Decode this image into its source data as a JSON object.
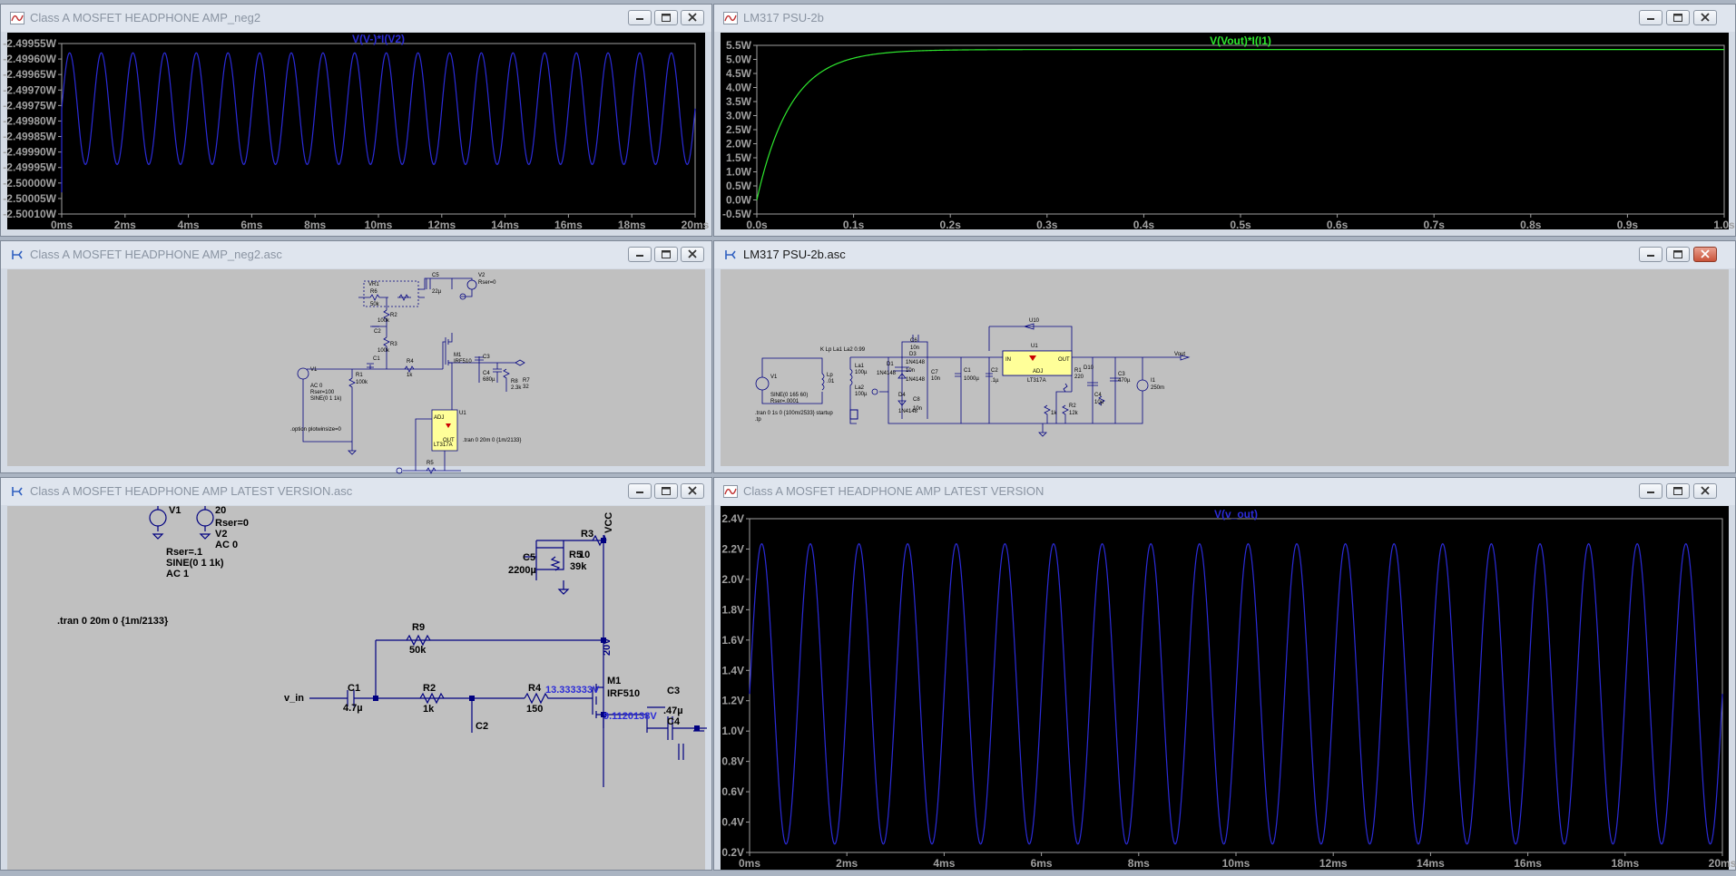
{
  "windows": {
    "w1": {
      "title": "Class A MOSFET HEADPHONE AMP_neg2"
    },
    "w2": {
      "title": "LM317 PSU-2b"
    },
    "w3": {
      "title": "Class A MOSFET HEADPHONE AMP_neg2.asc"
    },
    "w4": {
      "title": "LM317 PSU-2b.asc"
    },
    "w5": {
      "title": "Class A MOSFET HEADPHONE AMP LATEST VERSION.asc"
    },
    "w6": {
      "title": "Class A MOSFET HEADPHONE AMP LATEST VERSION"
    }
  },
  "colors": {
    "trace_blue": "#2b2bd8",
    "trace_green": "#2ee82e",
    "axis_gray": "#a0a0a0",
    "wire_blue": "#000080",
    "comp_label": "#000000"
  },
  "chart_data": [
    {
      "type": "line",
      "title": "V(V-)*I(V2)",
      "x_tick_labels": [
        "0ms",
        "2ms",
        "4ms",
        "6ms",
        "8ms",
        "10ms",
        "12ms",
        "14ms",
        "16ms",
        "18ms",
        "20ms"
      ],
      "y_tick_labels": [
        "-2.49955W",
        "-2.49960W",
        "-2.49965W",
        "-2.49970W",
        "-2.49975W",
        "-2.49980W",
        "-2.49985W",
        "-2.49990W",
        "-2.49995W",
        "-2.50000W",
        "-2.50005W",
        "-2.50010W"
      ],
      "xlim": [
        0,
        20
      ],
      "ylim": [
        -2.5001,
        -2.49955
      ],
      "signal": {
        "shape": "sine",
        "frequency_khz": 1,
        "center": -2.49976,
        "amplitude": 0.00018,
        "start_value": -2.50003
      }
    },
    {
      "type": "line",
      "title": "V(Vout)*I(I1)",
      "x_tick_labels": [
        "0.0s",
        "0.1s",
        "0.2s",
        "0.3s",
        "0.4s",
        "0.5s",
        "0.6s",
        "0.7s",
        "0.8s",
        "0.9s",
        "1.0s"
      ],
      "y_tick_labels": [
        "5.5W",
        "5.0W",
        "4.5W",
        "4.0W",
        "3.5W",
        "3.0W",
        "2.5W",
        "2.0W",
        "1.5W",
        "1.0W",
        "0.5W",
        "0.0W",
        "-0.5W"
      ],
      "xlim": [
        0,
        1.0
      ],
      "ylim": [
        -0.5,
        5.5
      ],
      "signal": {
        "shape": "exp_rise",
        "final": 5.35,
        "time_constant_s": 0.035
      }
    },
    {
      "type": "line",
      "title": "V(v_out)",
      "x_tick_labels": [
        "0ms",
        "2ms",
        "4ms",
        "6ms",
        "8ms",
        "10ms",
        "12ms",
        "14ms",
        "16ms",
        "18ms",
        "20ms"
      ],
      "y_tick_labels": [
        "2.4V",
        "2.2V",
        "2.0V",
        "1.8V",
        "1.6V",
        "1.4V",
        "1.2V",
        "1.0V",
        "0.8V",
        "0.6V",
        "0.4V",
        "0.2V"
      ],
      "xlim": [
        0,
        20
      ],
      "ylim": [
        0.2,
        2.4
      ],
      "signal": {
        "shape": "sine",
        "frequency_khz": 1,
        "center": 1.245,
        "amplitude": 0.99
      }
    }
  ],
  "sch_latest": {
    "v1": "V1",
    "v2": "V2",
    "twenty": "20",
    "rser0": "Rser=0",
    "ac0": "AC 0",
    "rser1": "Rser=.1",
    "sine": "SINE(0 1 1k)",
    "ac1": "AC 1",
    "tran": ".tran 0 20m 0 {1m/2133}",
    "vcc": "VCC",
    "r3": "R3",
    "r3v": "10",
    "c5": "C5",
    "c5v": "2200µ",
    "r5": "R5",
    "r5v": "39k",
    "r9": "R9",
    "r9v": "50k",
    "v20": "20V",
    "m1": "M1",
    "m1v": "IRF510",
    "vin": "v_in",
    "c1": "C1",
    "c1v": "4.7µ",
    "r2": "R2",
    "r2v": "1k",
    "c2": "C2",
    "r4": "R4",
    "r4v": "150",
    "node1": "13.333333V",
    "c3": "C3",
    "c3v": ".47µ",
    "node2": "9.1120138V",
    "c4": "C4"
  },
  "sch_neg2": {
    "v1": "V1",
    "v1a": "AC 0",
    "v1b": "Rser=100",
    "v1c": "SINE(0 1 1k)",
    "r1": "R1",
    "r1v": "100k",
    "r2": "R2",
    "r2v": "100k",
    "r3": "R3",
    "r3v": "100k",
    "r4": "R4",
    "r4v": "1k",
    "r5": "R5",
    "r6": "R6",
    "r6v": "50k",
    "r8": "R8",
    "r8v": "2.3k",
    "c1": "C1",
    "c2": "C2",
    "c3": "C3",
    "c4": "C4",
    "c4v": "680µ",
    "c5": "C5",
    "c5v": "22µ",
    "m1": "M1",
    "m1v": "IRF510",
    "u1": "U1",
    "u1v": "LT317A",
    "adj": "ADJ",
    "out": "OUT",
    "vr": "VR1",
    "v2": "V2",
    "v2v": "Rser=0",
    "opt": ".option plotwinsize=0",
    "tran": ".tran 0 20m 0 {1m/2133}",
    "r7": "R7",
    "r7v": "32"
  },
  "sch_psu": {
    "k": "K Lp La1 La2 0.99",
    "v1": "V1",
    "v1a": "SINE(0 165 60)",
    "v1b": "Rser=.0001",
    "tran": ".tran 0 1s 0 {100m/2533} startup",
    "tp": ".tp",
    "la1": "La1",
    "la1v": "100µ",
    "la2": "La2",
    "la2v": "100µ",
    "lp": "Lp",
    "lpv": ".01",
    "d1": "D1",
    "d2": "D2",
    "d3": "D3",
    "d4": "D4",
    "dm": "1N4148",
    "c5": "C5",
    "c5v": "10n",
    "c6": "C6",
    "c6v": "10n",
    "c7": "C7",
    "c7v": "10n",
    "c8": "C8",
    "c8v": "10n",
    "c1": "C1",
    "c1v": "1000µ",
    "c2": "C2",
    "c2v": ".1µ",
    "u10": "U10",
    "u1": "U1",
    "in": "IN",
    "out": "OUT",
    "adj": "ADJ",
    "u1v": "LT317A",
    "r1": "R1",
    "r1v": "220",
    "r2": "R2",
    "r2v": "12k",
    "r3": "R3",
    "r3v": "1k",
    "d10": "D10",
    "c4": "C4",
    "c4v": "10µ",
    "c3": "C3",
    "c3v": "470µ",
    "i1": "I1",
    "i1v": "250m",
    "vout": "Vout"
  }
}
